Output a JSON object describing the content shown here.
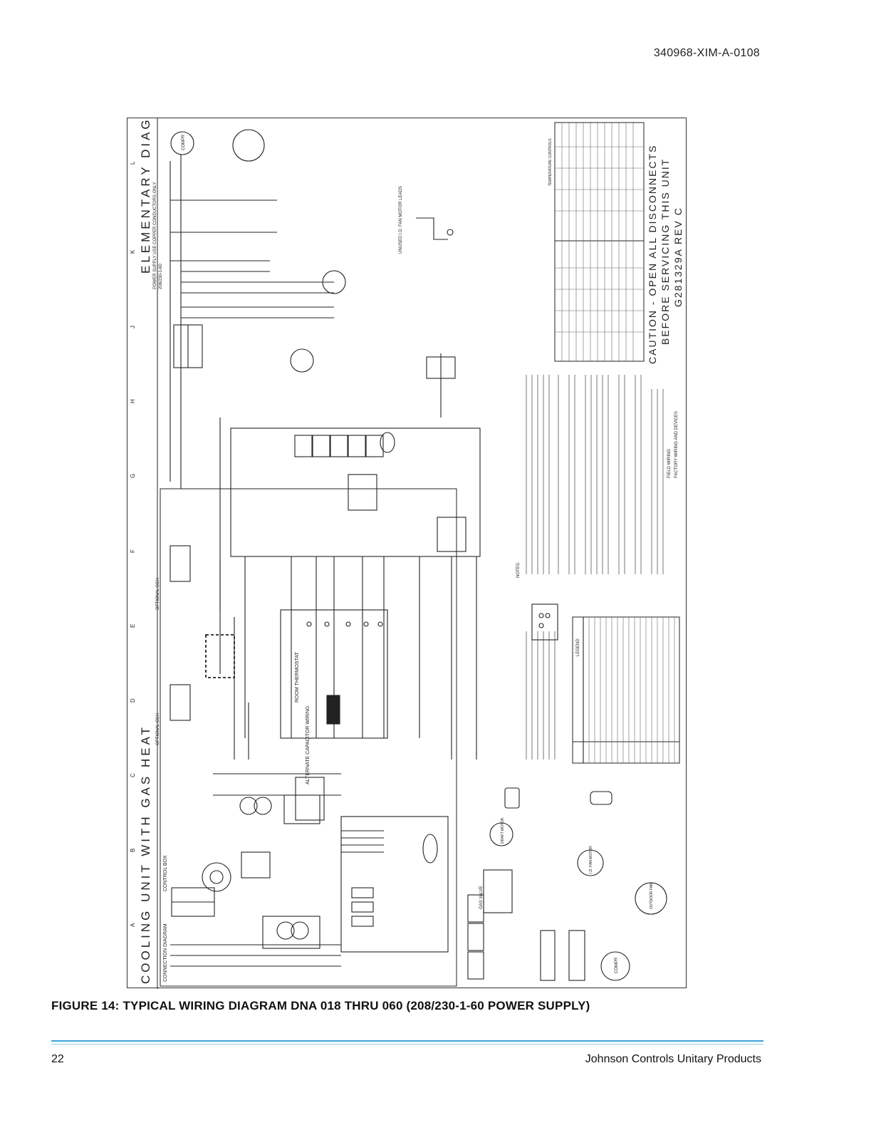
{
  "header": {
    "doc_number": "340968-XIM-A-0108"
  },
  "diagram": {
    "title_left": "COOLING UNIT WITH GAS HEAT",
    "title_right": "ELEMENTARY DIAGRAM",
    "power_supply": "POWER SUPPLY USE COPPER CONDUCTORS ONLY",
    "power_rating": "208/230-1-60",
    "connection_diagram": "CONNECTION DIAGRAM",
    "control_box": "CONTROL BOX",
    "alt_capacitor": "ALTERNATE CAPACITOR WIRING",
    "room_thermostat": "ROOM THERMOSTAT",
    "optional_cch_1": "OPTIONAL CCH",
    "optional_cch_2": "OPTIONAL CCH",
    "gas_valve": "GAS VALVE",
    "draft_motor": "DRAFT MOTOR",
    "outdoor_fan": "OUTDOOR FAN",
    "compr": "COMPR",
    "id_fan_motor": "I.D. FAN MOTOR",
    "unused_leads": "UNUSED I.D. FAN MOTOR LEADS",
    "caution_1": "CAUTION - OPEN ALL DISCONNECTS",
    "caution_2": "BEFORE SERVICING THIS UNIT",
    "drawing_number": "G281329A REV C",
    "notes_label": "NOTES:",
    "temp_controls": "TEMPERATURE CONTROLS",
    "legend_label": "LEGEND",
    "field_wiring": "FIELD WIRING",
    "factory_wiring": "FACTORY WIRING AND DEVICES",
    "grid_letters": [
      "A",
      "B",
      "C",
      "D",
      "E",
      "F",
      "G",
      "H",
      "J",
      "K",
      "L"
    ]
  },
  "caption": {
    "text": "FIGURE 14:  TYPICAL WIRING DIAGRAM DNA 018 THRU 060 (208/230-1-60 POWER SUPPLY)"
  },
  "footer": {
    "page": "22",
    "company": "Johnson Controls Unitary Products"
  }
}
